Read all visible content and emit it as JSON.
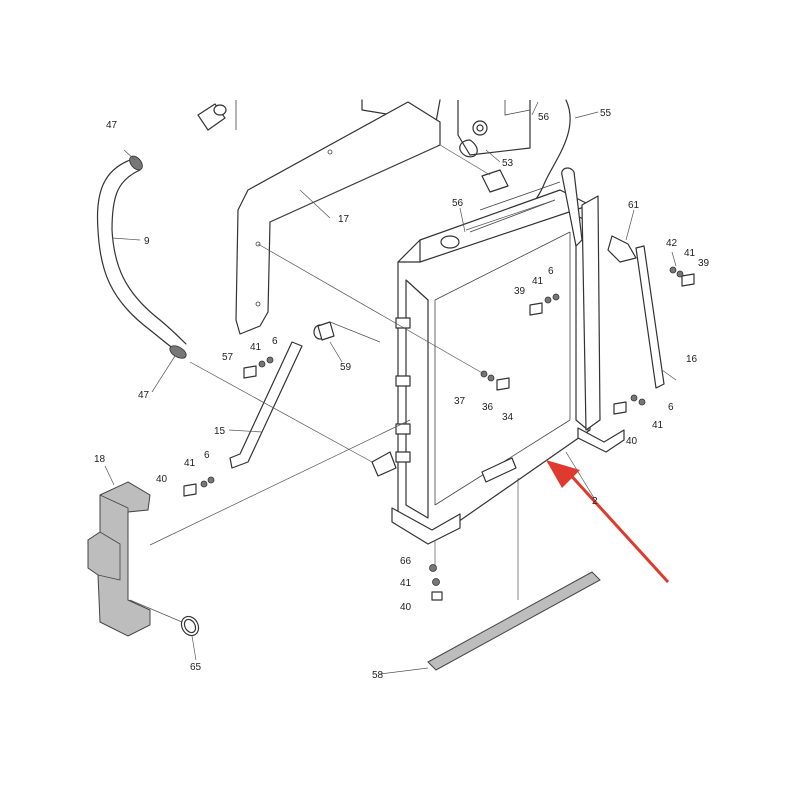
{
  "diagram": {
    "labels": [
      "47",
      "9",
      "47",
      "17",
      "56",
      "55",
      "53",
      "56",
      "61",
      "42",
      "41",
      "39",
      "39",
      "41",
      "6",
      "57",
      "41",
      "6",
      "59",
      "15",
      "37",
      "36",
      "34",
      "16",
      "40",
      "41",
      "6",
      "18",
      "40",
      "41",
      "6",
      "66",
      "41",
      "40",
      "58",
      "65",
      "2"
    ]
  },
  "colors": {
    "line": "#333333",
    "arrow": "#e03a2f",
    "part_shade": "#bdbdbd"
  }
}
